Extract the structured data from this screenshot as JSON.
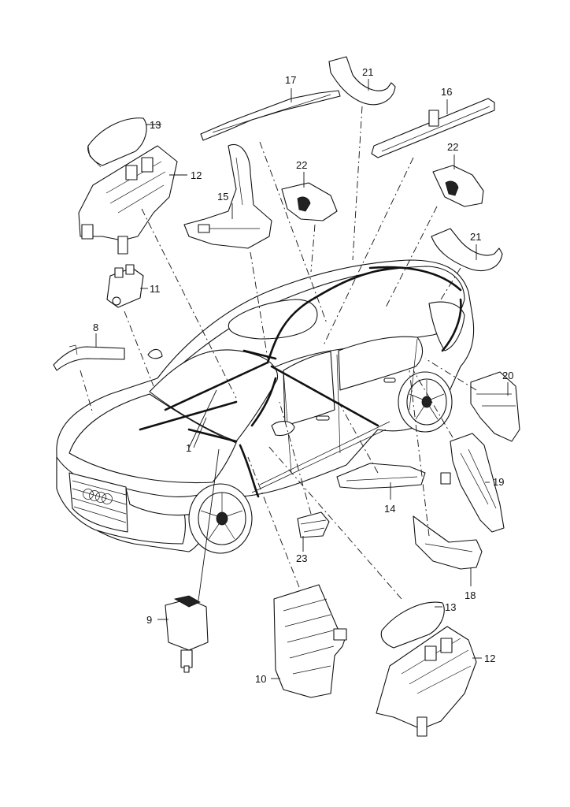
{
  "diagram": {
    "ink_color": "#111111",
    "background_color": "#ffffff",
    "part_numbers": {
      "p1": "1",
      "p8": "8",
      "p9": "9",
      "p10": "10",
      "p11": "11",
      "p12_top": "12",
      "p12_bottom": "12",
      "p13_top": "13",
      "p13_bottom": "13",
      "p14": "14",
      "p15": "15",
      "p16": "16",
      "p17": "17",
      "p18": "18",
      "p19": "19",
      "p20": "20",
      "p21_top": "21",
      "p21_right": "21",
      "p22_top": "22",
      "p22_right": "22",
      "p23": "23"
    },
    "brand_emblem": "four-rings-logo"
  }
}
